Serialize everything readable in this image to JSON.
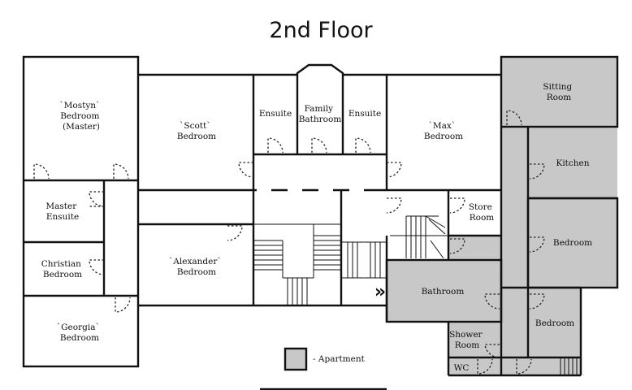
{
  "title": "2nd Floor",
  "colors": {
    "apartment": "#c8c8c8",
    "wall": "#111111"
  },
  "rooms": {
    "mostyn": [
      "`Mostyn`",
      "Bedroom",
      "(Master)"
    ],
    "scott": [
      "`Scott`",
      "Bedroom"
    ],
    "ensuite_left": [
      "Ensuite"
    ],
    "family_bathroom": [
      "Family",
      "Bathroom"
    ],
    "ensuite_right": [
      "Ensuite"
    ],
    "max": [
      "`Max`",
      "Bedroom"
    ],
    "sitting_room": [
      "Sitting",
      "Room"
    ],
    "kitchen": [
      "Kitchen"
    ],
    "master_ensuite": [
      "Master",
      "Ensuite"
    ],
    "store_room": [
      "Store",
      "Room"
    ],
    "bedroom_apt_1": [
      "Bedroom"
    ],
    "christian": [
      "Christian",
      "Bedroom"
    ],
    "alexander": [
      "`Alexander`",
      "Bedroom"
    ],
    "bathroom": [
      "Bathroom"
    ],
    "bedroom_apt_2": [
      "Bedroom"
    ],
    "georgia": [
      "`Georgia`",
      "Bedroom"
    ],
    "shower_room": [
      "Shower",
      "Room"
    ],
    "wc": [
      "WC"
    ]
  },
  "legend": {
    "label": "- Apartment"
  },
  "arrow_glyph": "»"
}
